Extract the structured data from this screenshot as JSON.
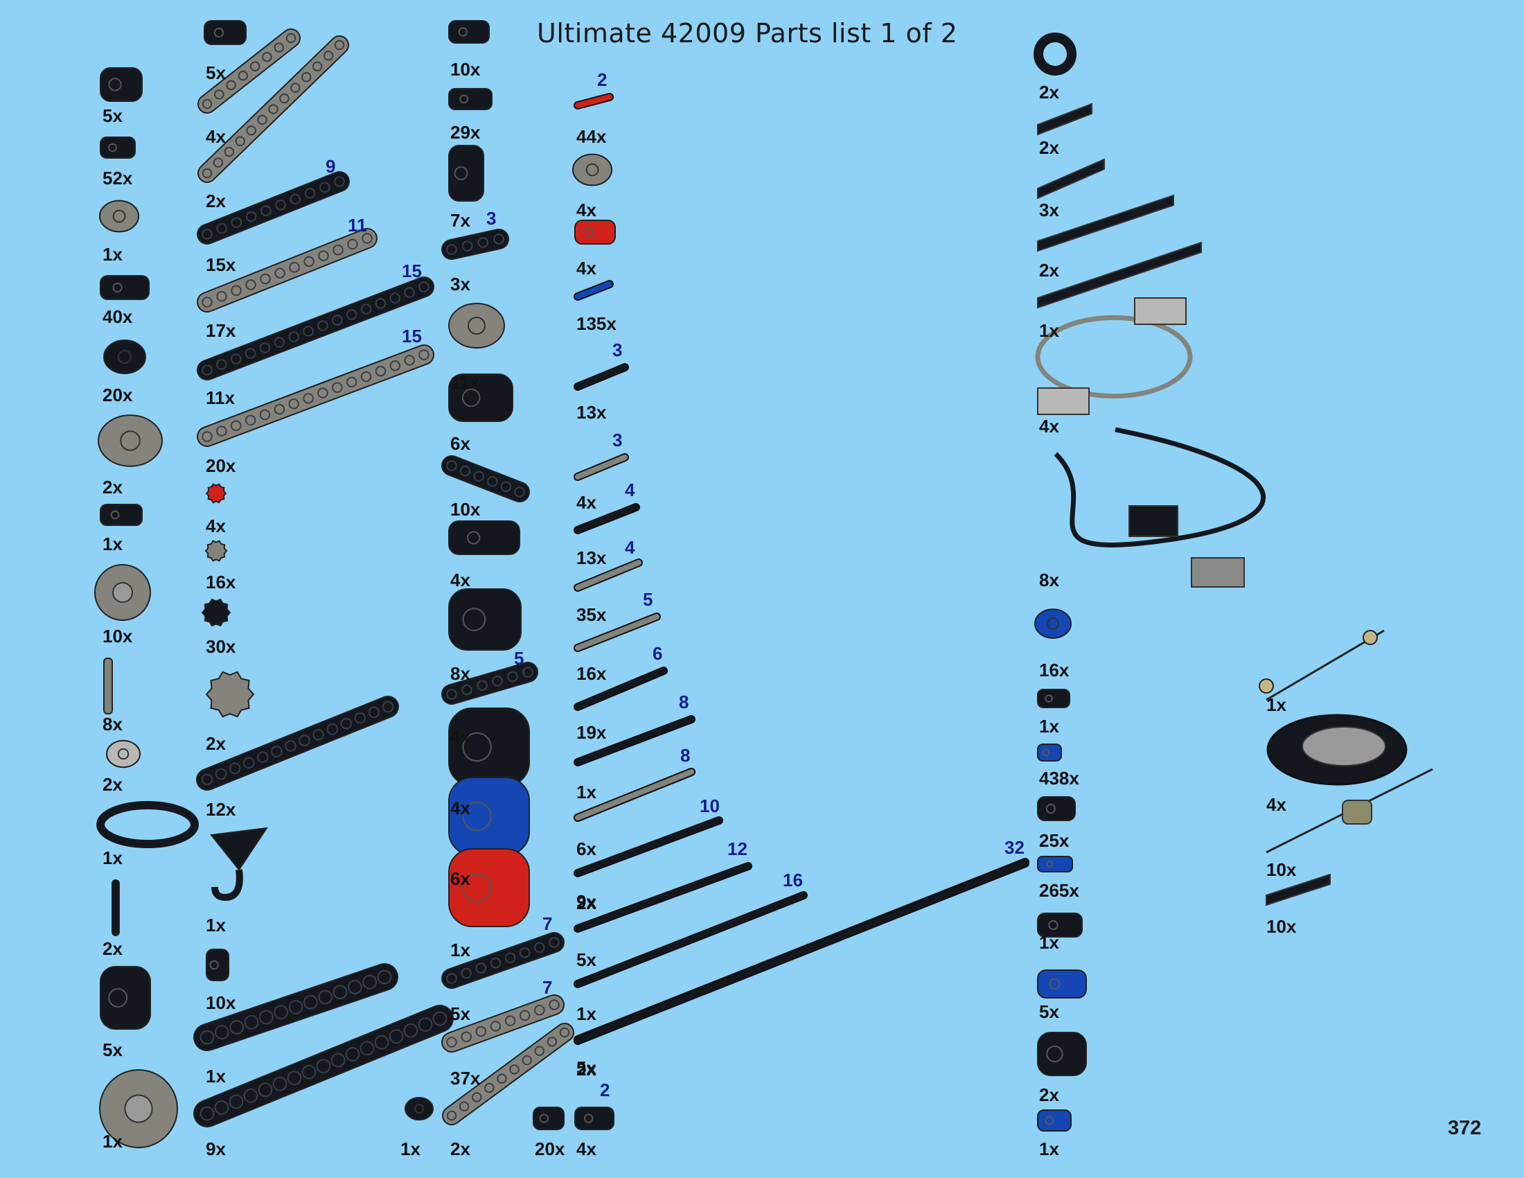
{
  "page": {
    "title": "Ultimate 42009 Parts list 1 of 2",
    "number": "372",
    "colors": {
      "background": "#8fd2f6",
      "black_part": "#14181e",
      "grey_part": "#84847c",
      "red_part": "#d0221a",
      "blue_part": "#1446b4",
      "tan_part": "#c4b48a",
      "light_grey_part": "#b8b8b4",
      "length_label": "#141c8c"
    }
  },
  "parts": [
    {
      "qty": "5x",
      "shape": "brick-1x2-pin-hole",
      "color": "black"
    },
    {
      "qty": "52x",
      "shape": "connector-axle-pin",
      "color": "black"
    },
    {
      "qty": "1x",
      "shape": "pin-connector-perpendicular",
      "color": "grey"
    },
    {
      "qty": "40x",
      "shape": "beam-3-axle-hole",
      "color": "black"
    },
    {
      "qty": "20x",
      "shape": "t-beam-3x3",
      "color": "black"
    },
    {
      "qty": "2x",
      "shape": "steering-knuckle",
      "color": "grey"
    },
    {
      "qty": "1x",
      "shape": "panel-curved-small",
      "color": "black"
    },
    {
      "qty": "10x",
      "shape": "wheel-hub",
      "color": "grey"
    },
    {
      "qty": "8x",
      "shape": "ball-link",
      "color": "grey"
    },
    {
      "qty": "2x",
      "shape": "ball-joint-axle",
      "color": "light-grey"
    },
    {
      "qty": "1x",
      "shape": "steering-wheel",
      "color": "black"
    },
    {
      "qty": "2x",
      "shape": "axle-with-stop",
      "color": "black"
    },
    {
      "qty": "5x",
      "shape": "u-frame-3x5",
      "color": "black"
    },
    {
      "qty": "1x",
      "shape": "turntable-differential",
      "color": "grey"
    },
    {
      "qty": "5x",
      "shape": "beam-2-angled",
      "color": "black"
    },
    {
      "qty": "4x",
      "shape": "beam-angled-4x4",
      "color": "grey"
    },
    {
      "qty": "2x",
      "shape": "beam-angled-long",
      "color": "grey"
    },
    {
      "qty": "15x",
      "length": "9",
      "shape": "liftarm",
      "color": "black"
    },
    {
      "qty": "17x",
      "length": "11",
      "shape": "liftarm",
      "color": "grey"
    },
    {
      "qty": "11x",
      "length": "15",
      "shape": "liftarm",
      "color": "black"
    },
    {
      "qty": "20x",
      "length": "15",
      "shape": "liftarm",
      "color": "grey"
    },
    {
      "qty": "4x",
      "shape": "gear-8-tooth",
      "color": "red"
    },
    {
      "qty": "16x",
      "shape": "gear-12-tooth",
      "color": "grey"
    },
    {
      "qty": "30x",
      "shape": "gear-16-tooth",
      "color": "black"
    },
    {
      "qty": "2x",
      "shape": "gear-24-tooth",
      "color": "grey"
    },
    {
      "qty": "12x",
      "shape": "gear-rack",
      "color": "black"
    },
    {
      "qty": "1x",
      "shape": "hook",
      "color": "black"
    },
    {
      "qty": "10x",
      "shape": "axle-connector-short",
      "color": "black"
    },
    {
      "qty": "1x",
      "shape": "brick-1x12",
      "color": "black"
    },
    {
      "qty": "9x",
      "shape": "brick-1x16",
      "color": "black"
    },
    {
      "qty": "1x",
      "shape": "pin-joiner-angled",
      "color": "black"
    },
    {
      "qty": "10x",
      "shape": "liftarm-2-thin",
      "color": "black"
    },
    {
      "qty": "29x",
      "shape": "liftarm-3-thin",
      "color": "black"
    },
    {
      "qty": "7x",
      "shape": "l-beam-2x4",
      "color": "black"
    },
    {
      "qty": "3x",
      "length": "3",
      "shape": "liftarm",
      "color": "black"
    },
    {
      "qty": "11x",
      "shape": "t-beam-2x3",
      "color": "grey"
    },
    {
      "qty": "6x",
      "shape": "l-beam-angled-3x3",
      "color": "black"
    },
    {
      "qty": "10x",
      "shape": "liftarm-thin-bent",
      "color": "black"
    },
    {
      "qty": "4x",
      "shape": "triangle-beam",
      "color": "black"
    },
    {
      "qty": "8x",
      "shape": "curved-panel-frame",
      "color": "black"
    },
    {
      "qty": "4x",
      "length": "5",
      "shape": "liftarm",
      "color": "black"
    },
    {
      "qty": "4x",
      "shape": "l-beam-3x5",
      "color": "black"
    },
    {
      "qty": "6x",
      "shape": "l-beam-3x5",
      "color": "blue"
    },
    {
      "qty": "1x",
      "shape": "l-beam-3x5",
      "color": "red"
    },
    {
      "qty": "5x",
      "length": "7",
      "shape": "liftarm",
      "color": "black"
    },
    {
      "qty": "37x",
      "length": "7",
      "shape": "liftarm",
      "color": "grey"
    },
    {
      "qty": "2x",
      "shape": "beam-angled-4x6",
      "color": "grey"
    },
    {
      "qty": "20x",
      "shape": "pin-connector-round",
      "color": "black"
    },
    {
      "qty": "44x",
      "length": "2",
      "shape": "axle",
      "color": "red"
    },
    {
      "qty": "4x",
      "shape": "axle-pin-perpendicular",
      "color": "grey"
    },
    {
      "qty": "4x",
      "shape": "axle-connector-smooth",
      "color": "red"
    },
    {
      "qty": "135x",
      "shape": "pin-axle",
      "color": "blue"
    },
    {
      "qty": "13x",
      "length": "3",
      "shape": "axle",
      "color": "tan"
    },
    {
      "qty": "4x",
      "length": "3",
      "shape": "axle-with-stud",
      "color": "grey"
    },
    {
      "qty": "13x",
      "length": "4",
      "shape": "axle",
      "color": "black"
    },
    {
      "qty": "35x",
      "length": "4",
      "shape": "axle-with-stop",
      "color": "grey"
    },
    {
      "qty": "16x",
      "length": "5",
      "shape": "axle-with-stop",
      "color": "grey"
    },
    {
      "qty": "19x",
      "length": "6",
      "shape": "axle",
      "color": "black"
    },
    {
      "qty": "1x",
      "length": "8",
      "shape": "axle",
      "color": "black"
    },
    {
      "qty": "6x",
      "length": "8",
      "shape": "axle-with-stop",
      "color": "grey"
    },
    {
      "qty": "9x",
      "length": "10",
      "shape": "axle",
      "color": "black"
    },
    {
      "qty": "2x",
      "length": "12",
      "shape": "axle",
      "color": "black"
    },
    {
      "qty": "5x",
      "length": "16",
      "shape": "axle",
      "color": "black"
    },
    {
      "qty": "1x",
      "length": "32",
      "shape": "axle",
      "color": "black"
    },
    {
      "qty": "2x",
      "length": "2",
      "shape": "liftarm-thick",
      "color": "black"
    },
    {
      "qty": "5x",
      "shape": "tire-small",
      "color": "black"
    },
    {
      "qty": "4x",
      "shape": "plate-1x4",
      "color": "black"
    },
    {
      "qty": "2x",
      "shape": "plate-2x4",
      "color": "black"
    },
    {
      "qty": "2x",
      "shape": "plate-2x8",
      "color": "black"
    },
    {
      "qty": "3x",
      "shape": "plate-2x10",
      "color": "black"
    },
    {
      "qty": "2x",
      "shape": "extension-cable",
      "color": "black"
    },
    {
      "qty": "1x",
      "shape": "ir-receiver-cable",
      "color": "black"
    },
    {
      "qty": "4x",
      "shape": "panel-fairing",
      "color": "grey"
    },
    {
      "qty": "8x",
      "shape": "axle-pin-friction",
      "color": "black"
    },
    {
      "qty": "16x",
      "shape": "pin-3-4",
      "color": "blue"
    },
    {
      "qty": "1x",
      "shape": "axle-connector",
      "color": "black"
    },
    {
      "qty": "438x",
      "shape": "pin-friction",
      "color": "black"
    },
    {
      "qty": "25x",
      "shape": "pin-with-bushing",
      "color": "black"
    },
    {
      "qty": "265x",
      "shape": "pin-long-friction",
      "color": "blue"
    },
    {
      "qty": "1x",
      "shape": "cross-block-double",
      "color": "black"
    },
    {
      "qty": "5x",
      "shape": "pin-long",
      "color": "blue"
    },
    {
      "qty": "2x",
      "shape": "winch-string",
      "color": "black"
    },
    {
      "qty": "1x",
      "shape": "turntable-large",
      "color": "black"
    },
    {
      "qty": "1x",
      "shape": "worm-gear-axle",
      "color": "tan"
    },
    {
      "qty": "4x",
      "shape": "tile-1x4",
      "color": "black"
    },
    {
      "qty": "10x",
      "shape": "tile-1x8",
      "color": "black"
    },
    {
      "qty": "10x",
      "shape": "tire-large",
      "color": "black"
    }
  ]
}
